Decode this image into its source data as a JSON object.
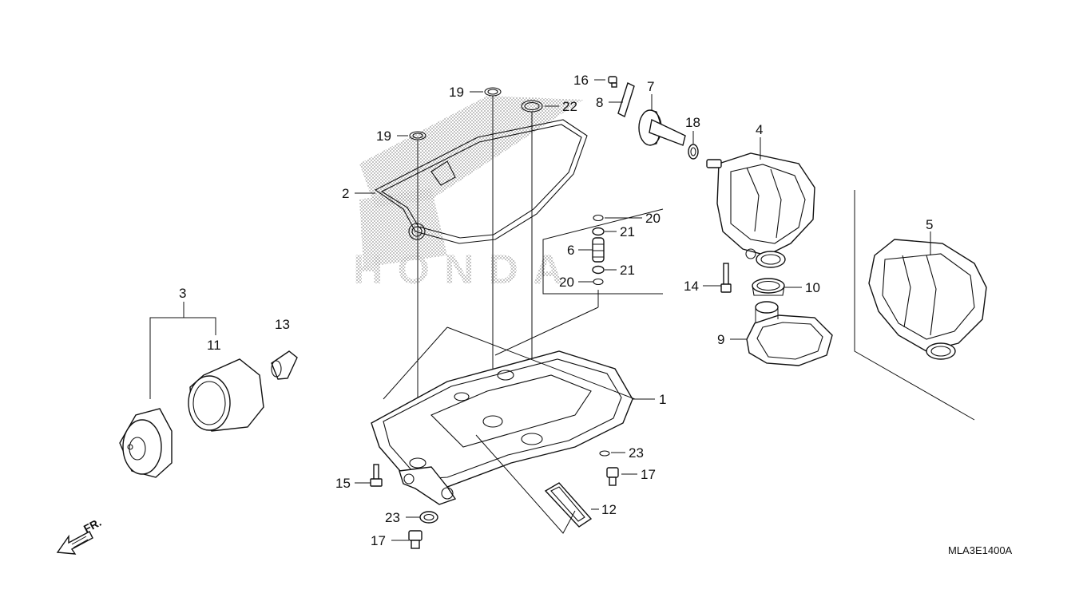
{
  "diagram": {
    "code": "MLA3E1400A",
    "front_label": "FR.",
    "watermark": "HONDA",
    "callouts": [
      {
        "id": "c3",
        "text": "3"
      },
      {
        "id": "c11",
        "text": "11"
      },
      {
        "id": "c13",
        "text": "13"
      },
      {
        "id": "c2",
        "text": "2"
      },
      {
        "id": "c19a",
        "text": "19"
      },
      {
        "id": "c19b",
        "text": "19"
      },
      {
        "id": "c22",
        "text": "22"
      },
      {
        "id": "c16",
        "text": "16"
      },
      {
        "id": "c8",
        "text": "8"
      },
      {
        "id": "c7",
        "text": "7"
      },
      {
        "id": "c18",
        "text": "18"
      },
      {
        "id": "c4",
        "text": "4"
      },
      {
        "id": "c5",
        "text": "5"
      },
      {
        "id": "c20a",
        "text": "20"
      },
      {
        "id": "c21a",
        "text": "21"
      },
      {
        "id": "c6",
        "text": "6"
      },
      {
        "id": "c21b",
        "text": "21"
      },
      {
        "id": "c20b",
        "text": "20"
      },
      {
        "id": "c14",
        "text": "14"
      },
      {
        "id": "c10",
        "text": "10"
      },
      {
        "id": "c9",
        "text": "9"
      },
      {
        "id": "c1",
        "text": "1"
      },
      {
        "id": "c23a",
        "text": "23"
      },
      {
        "id": "c17a",
        "text": "17"
      },
      {
        "id": "c15",
        "text": "15"
      },
      {
        "id": "c12",
        "text": "12"
      },
      {
        "id": "c23b",
        "text": "23"
      },
      {
        "id": "c17b",
        "text": "17"
      }
    ]
  }
}
